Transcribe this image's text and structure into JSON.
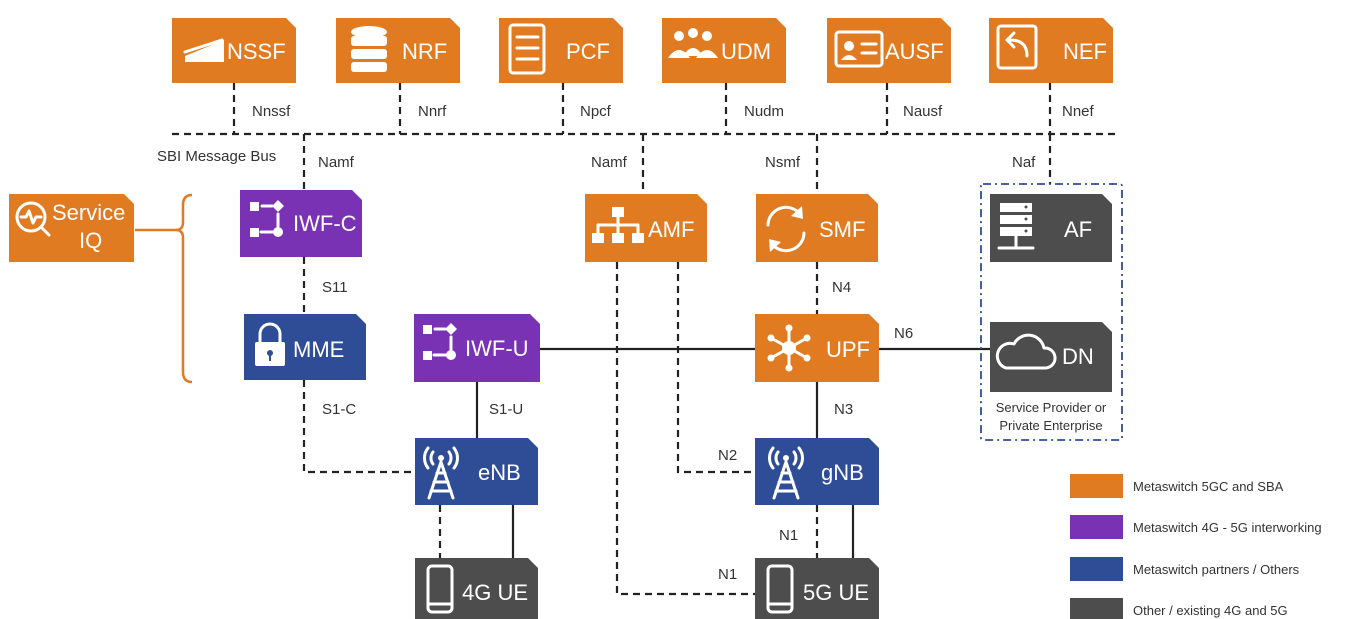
{
  "colors": {
    "orange": "#e07b22",
    "purple": "#7a32b4",
    "blue": "#2f4c96",
    "gray": "#4d4d4d",
    "line": "#222222"
  },
  "nodes": {
    "nssf": {
      "label": "NSSF",
      "icon": "cake-slice-icon"
    },
    "nrf": {
      "label": "NRF",
      "icon": "database-icon"
    },
    "pcf": {
      "label": "PCF",
      "icon": "checklist-icon"
    },
    "udm": {
      "label": "UDM",
      "icon": "users-group-icon"
    },
    "ausf": {
      "label": "AUSF",
      "icon": "id-card-icon"
    },
    "nef": {
      "label": "NEF",
      "icon": "share-arrow-icon"
    },
    "service_iq": {
      "label_line1": "Service",
      "label_line2": "IQ",
      "icon": "magnifier-pulse-icon"
    },
    "iwf_c": {
      "label": "IWF-C",
      "icon": "flow-icon"
    },
    "amf": {
      "label": "AMF",
      "icon": "hierarchy-icon"
    },
    "smf": {
      "label": "SMF",
      "icon": "refresh-icon"
    },
    "af": {
      "label": "AF",
      "icon": "server-icon"
    },
    "mme": {
      "label": "MME",
      "icon": "lock-icon"
    },
    "iwf_u": {
      "label": "IWF-U",
      "icon": "flow-icon"
    },
    "upf": {
      "label": "UPF",
      "icon": "hub-icon"
    },
    "dn": {
      "label": "DN",
      "icon": "cloud-icon"
    },
    "enb": {
      "label": "eNB",
      "icon": "antenna-tower-icon"
    },
    "gnb": {
      "label": "gNB",
      "icon": "antenna-tower-icon"
    },
    "ue4g": {
      "label": "4G UE",
      "icon": "phone-icon"
    },
    "ue5g": {
      "label": "5G UE",
      "icon": "phone-icon"
    }
  },
  "interfaces": {
    "nnssf": "Nnssf",
    "nnrf": "Nnrf",
    "npcf": "Npcf",
    "nudm": "Nudm",
    "nausf": "Nausf",
    "nnef": "Nnef",
    "sbi_bus": "SBI Message Bus",
    "namf_left": "Namf",
    "namf_mid": "Namf",
    "nsmf": "Nsmf",
    "naf": "Naf",
    "s11": "S11",
    "n4": "N4",
    "n6": "N6",
    "s1c": "S1-C",
    "s1u": "S1-U",
    "n3": "N3",
    "n2": "N2",
    "n1_top": "N1",
    "n1_bottom": "N1"
  },
  "dn_caption": {
    "line1": "Service Provider or",
    "line2": "Private Enterprise"
  },
  "legend": [
    {
      "label": "Metaswitch 5GC and SBA",
      "color": "#e07b22"
    },
    {
      "label": "Metaswitch 4G - 5G interworking",
      "color": "#7a32b4"
    },
    {
      "label": "Metaswitch partners / Others",
      "color": "#2f4c96"
    },
    {
      "label": "Other / existing 4G and 5G",
      "color": "#4d4d4d"
    }
  ]
}
